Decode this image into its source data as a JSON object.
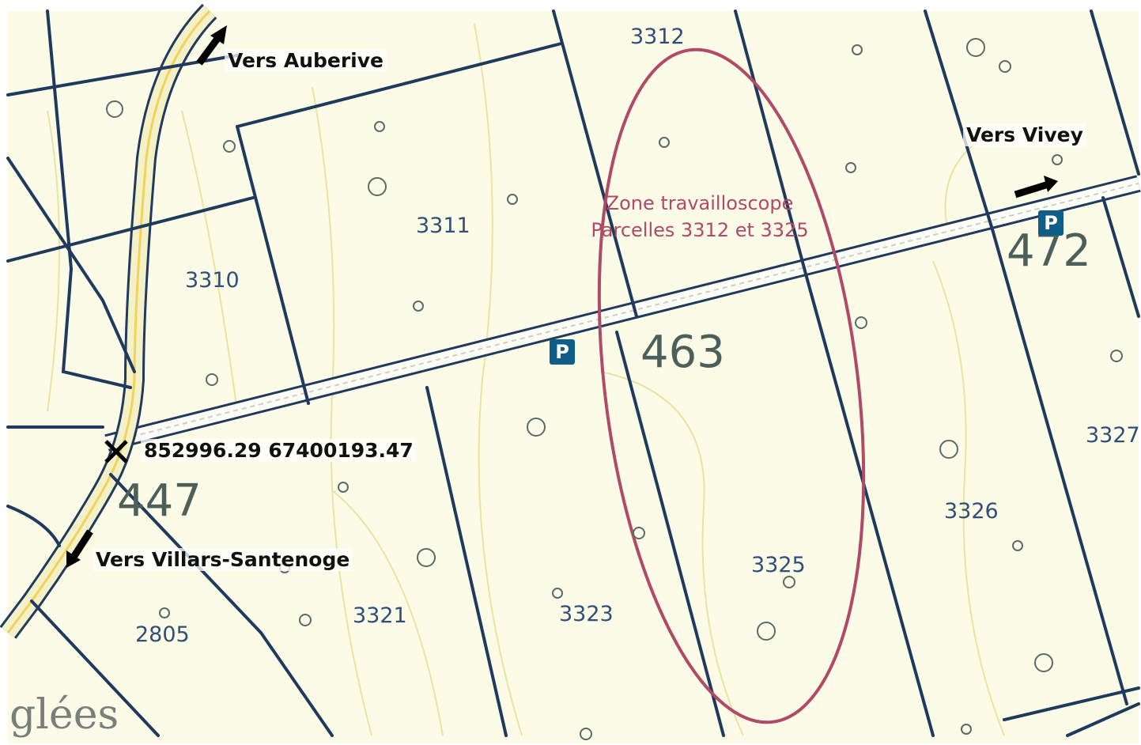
{
  "map": {
    "parcels": [
      "3312",
      "3311",
      "3310",
      "3326",
      "3325",
      "3327",
      "3323",
      "3321",
      "2805"
    ],
    "section_numbers": [
      "463",
      "472",
      "447"
    ],
    "place_name": "glées",
    "directions": {
      "auberive": "Vers Auberive",
      "vivey": "Vers Vivey",
      "villars": "Vers Villars-Santenoge"
    },
    "coordinates_label": "852996.29 67400193.47",
    "zone": {
      "line1": "Zone travailloscope",
      "line2": "Parcelles 3312 et 3325",
      "color": "#b04a66"
    },
    "parking_label": "P",
    "colors": {
      "background": "#fbfbe8",
      "parcel_line": "#1f3a5c",
      "road_fill": "#f4f0c8",
      "contour": "#e8e4a2",
      "parking": "#0f5e8a"
    },
    "icons": [
      "arrow-icon",
      "cross-marker-icon",
      "parking-icon",
      "tree-symbol-icon"
    ]
  }
}
